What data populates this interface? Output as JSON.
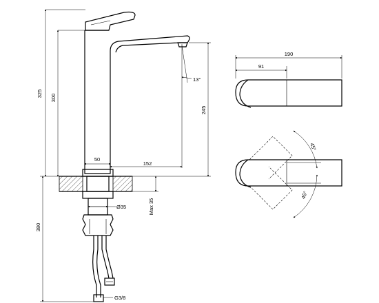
{
  "dimensions": {
    "overall_height": "325",
    "spout_height": "300",
    "outlet_height": "245",
    "spout_angle": "13°",
    "body_width": "50",
    "reach": "152",
    "hole_diameter": "Ø35",
    "max_thickness": "Max 35",
    "hose_length": "380",
    "hose_thread": "G3/8",
    "top_length": "190",
    "lever_offset": "91",
    "rotation_angle_a": "45°",
    "rotation_angle_b": "45°"
  }
}
